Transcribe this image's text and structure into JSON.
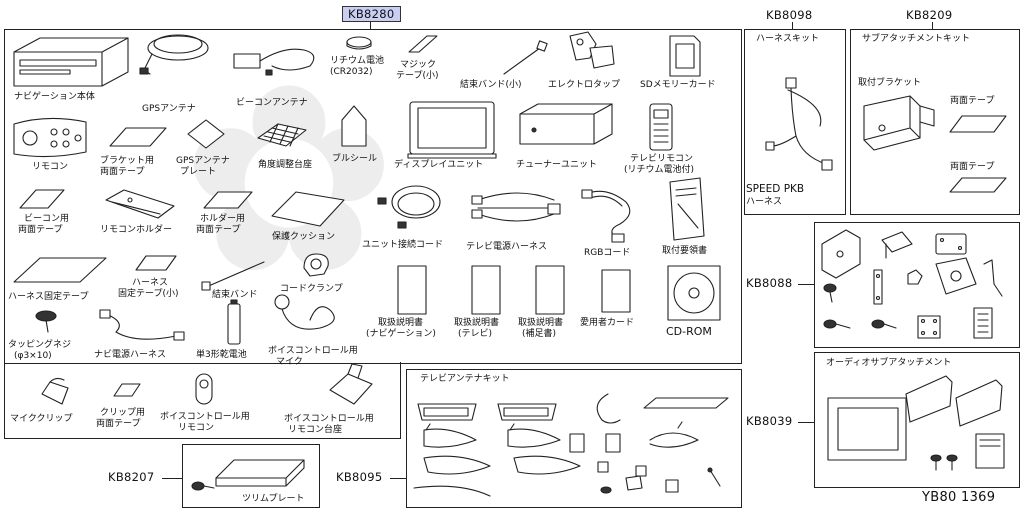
{
  "diagram_id": "YB80 1369",
  "main_kit": {
    "code": "KB8280",
    "parts": [
      "ナビゲーション本体",
      "GPSアンテナ",
      "ビーコンアンテナ",
      "リチウム電池",
      "(CR2032)",
      "マジック",
      "テープ(小)",
      "結束バンド(小)",
      "エレクトロタップ",
      "SDメモリーカード",
      "リモコン",
      "ブラケット用",
      "両面テープ",
      "GPSアンテナ",
      "プレート",
      "角度調整台座",
      "ブルシール",
      "ディスプレイユニット",
      "チューナーユニット",
      "テレビリモコン",
      "(リチウム電池付)",
      "ビーコン用",
      "両面テープ",
      "リモコンホルダー",
      "ホルダー用",
      "両面テープ",
      "保護クッション",
      "ユニット接続コード",
      "テレビ電源ハーネス",
      "RGBコード",
      "取付要領書",
      "ハーネス固定テープ",
      "ハーネス",
      "固定テープ(小)",
      "結束バンド",
      "コードクランプ",
      "タッピングネジ",
      "(φ3×10)",
      "ナビ電源ハーネス",
      "単3形乾電池",
      "ボイスコントロール用",
      "マイク",
      "取扱説明書",
      "(ナビゲーション)",
      "取扱説明書",
      "(テレビ)",
      "取扱説明書",
      "(補足書)",
      "愛用者カード",
      "CD-ROM",
      "マイククリップ",
      "クリップ用",
      "両面テープ",
      "ボイスコントロール用",
      "リモコン",
      "ボイスコントロール用",
      "リモコン台座"
    ]
  },
  "kb8098": {
    "code": "KB8098",
    "title": "ハーネスキット",
    "part": "SPEED PKB",
    "part2": "ハーネス"
  },
  "kb8209": {
    "code": "KB8209",
    "title": "サブアタッチメントキット",
    "parts": [
      "取付ブラケット",
      "両面テープ",
      "両面テープ"
    ]
  },
  "kb8088": {
    "code": "KB8088"
  },
  "kb8039": {
    "code": "KB8039",
    "title": "オーディオサブアタッチメント"
  },
  "kb8207": {
    "code": "KB8207",
    "part": "ツリムプレート"
  },
  "kb8095": {
    "code": "KB8095",
    "title": "テレビアンテナキット"
  }
}
